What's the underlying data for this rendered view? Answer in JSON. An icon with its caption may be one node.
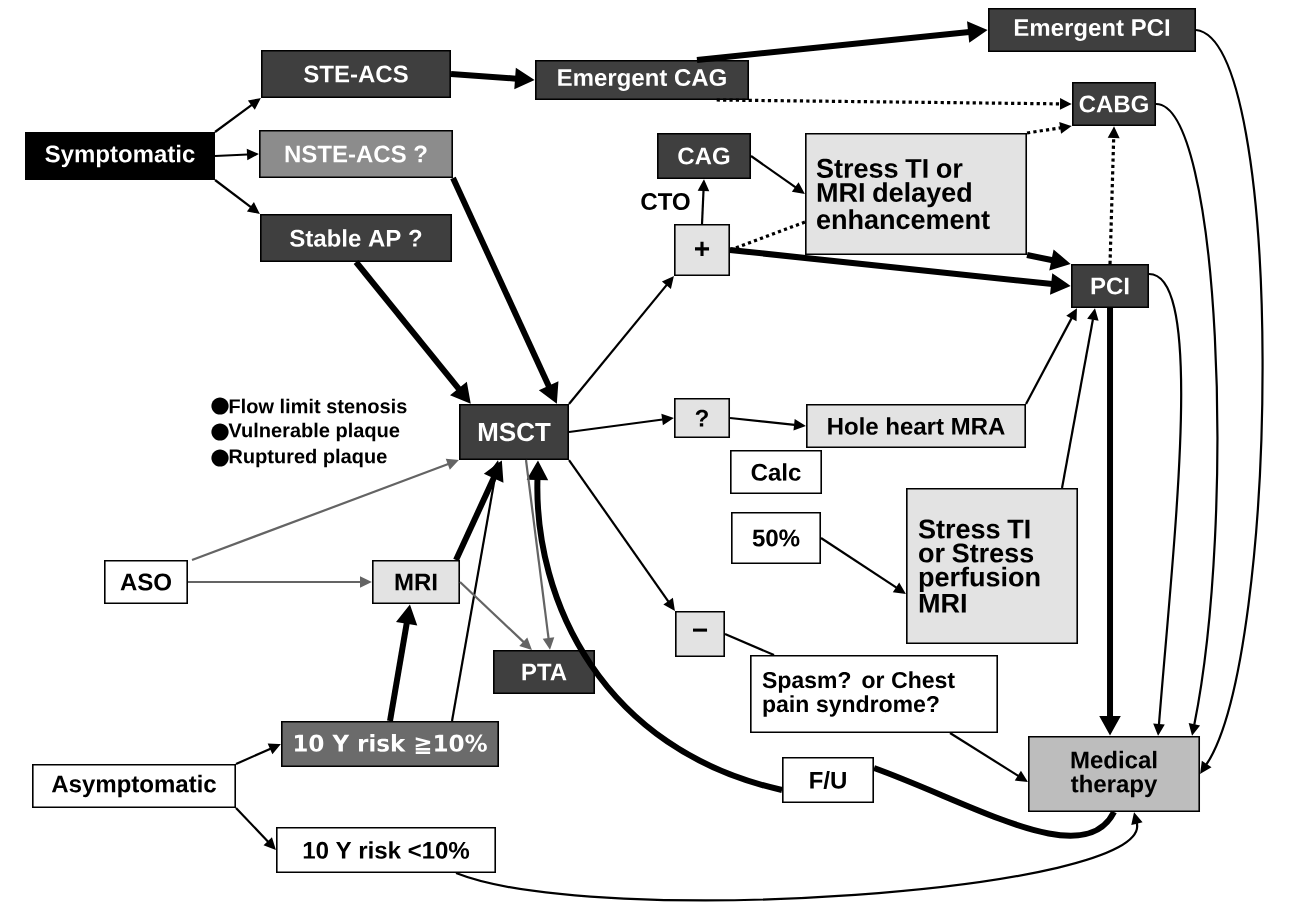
{
  "diagram": {
    "nodes": [
      {
        "text": [
          "Symptomatic"
        ]
      },
      {
        "text": [
          "STE-ACS"
        ]
      },
      {
        "text": [
          "NSTE-ACS ?"
        ]
      },
      {
        "text": [
          "Stable AP ?"
        ]
      },
      {
        "text": [
          "Emergent CAG"
        ]
      },
      {
        "text": [
          "Emergent PCI"
        ]
      },
      {
        "text": [
          "CABG"
        ]
      },
      {
        "text": [
          "CAG"
        ]
      },
      {
        "text": [
          "Stress TI or MRI delayed enhancement"
        ]
      },
      {
        "text": [
          "+"
        ]
      },
      {
        "text": [
          "PCI"
        ]
      },
      {
        "text": [
          "MSCT"
        ]
      },
      {
        "text": [
          "?"
        ]
      },
      {
        "text": [
          "Hole heart MRA"
        ]
      },
      {
        "text": [
          "Calc"
        ]
      },
      {
        "text": [
          "50%"
        ]
      },
      {
        "text": [
          "Stress TI or Stress perfusion MRI"
        ]
      },
      {
        "text": [
          "−"
        ]
      },
      {
        "text": [
          "Spasm? or Chest pain syndrome?"
        ]
      },
      {
        "text": [
          "Medical therapy"
        ]
      },
      {
        "text": [
          "F/U"
        ]
      },
      {
        "text": [
          "ASO"
        ]
      },
      {
        "text": [
          "MRI"
        ]
      },
      {
        "text": [
          "PTA"
        ]
      },
      {
        "text": [
          "10 Y risk ≧10%"
        ]
      },
      {
        "text": [
          "Asymptomatic"
        ]
      },
      {
        "text": [
          "10 Y risk <10%"
        ]
      }
    ],
    "edges": [
      {
        "from": 0,
        "to": 1,
        "arrow": "to"
      },
      {
        "from": 0,
        "to": 2,
        "arrow": "to"
      },
      {
        "from": 0,
        "to": 3,
        "arrow": "to"
      },
      {
        "from": 1,
        "to": 4,
        "arrow": "to",
        "style": "thick"
      },
      {
        "from": 4,
        "to": 5,
        "arrow": "to",
        "style": "thick"
      },
      {
        "from": 4,
        "to": 6,
        "arrow": "to",
        "style": "dashed"
      },
      {
        "from": 2,
        "to": 11,
        "arrow": "to",
        "style": "thick"
      },
      {
        "from": 3,
        "to": 11,
        "arrow": "to",
        "style": "thick"
      },
      {
        "from": 11,
        "to": 9,
        "arrow": "to"
      },
      {
        "from": 9,
        "to": 7,
        "arrow": "to",
        "label": "CTO"
      },
      {
        "from": 7,
        "to": 8,
        "arrow": "to"
      },
      {
        "from": 9,
        "to": 8,
        "arrow": "none",
        "style": "dashed"
      },
      {
        "from": 8,
        "to": 6,
        "arrow": "to",
        "style": "dashed"
      },
      {
        "from": 9,
        "to": 10,
        "arrow": "to",
        "style": "thick"
      },
      {
        "from": 8,
        "to": 10,
        "arrow": "to",
        "style": "thick"
      },
      {
        "from": 10,
        "to": 6,
        "arrow": "to",
        "style": "dashed"
      },
      {
        "from": 11,
        "to": 12,
        "arrow": "to"
      },
      {
        "from": 12,
        "to": 13,
        "arrow": "to"
      },
      {
        "from": 13,
        "to": 10,
        "arrow": "to"
      },
      {
        "from": 16,
        "to": 10,
        "arrow": "to"
      },
      {
        "from": 15,
        "to": 16,
        "arrow": "to"
      },
      {
        "from": 11,
        "to": 17,
        "arrow": "to"
      },
      {
        "from": 17,
        "to": 18,
        "arrow": "none"
      },
      {
        "from": 18,
        "to": 19,
        "arrow": "to"
      },
      {
        "from": 10,
        "to": 19,
        "arrow": "to",
        "style": "thick"
      },
      {
        "from": 10,
        "to": 19,
        "arrow": "to"
      },
      {
        "from": 6,
        "to": 19,
        "arrow": "to"
      },
      {
        "from": 5,
        "to": 19,
        "arrow": "to"
      },
      {
        "from": 19,
        "to": 20,
        "arrow": "none",
        "style": "thick"
      },
      {
        "from": 20,
        "to": 11,
        "arrow": "to",
        "style": "thick"
      },
      {
        "from": 26,
        "to": 19,
        "arrow": "to"
      },
      {
        "from": 25,
        "to": 24,
        "arrow": "to"
      },
      {
        "from": 25,
        "to": 26,
        "arrow": "to"
      },
      {
        "from": 24,
        "to": 22,
        "arrow": "to",
        "style": "thick"
      },
      {
        "from": 24,
        "to": 11,
        "arrow": "to"
      },
      {
        "from": 22,
        "to": 11,
        "arrow": "to",
        "style": "thick"
      },
      {
        "from": 21,
        "to": 22,
        "arrow": "to",
        "color": "#646464"
      },
      {
        "from": 21,
        "to": 11,
        "arrow": "to",
        "color": "#646464"
      },
      {
        "from": 22,
        "to": 23,
        "arrow": "to",
        "color": "#646464"
      },
      {
        "from": 11,
        "to": 23,
        "arrow": "to",
        "color": "#646464"
      }
    ],
    "labels": [
      "Flow limit stenosis",
      "Vulnerable plaque",
      "Ruptured plaque"
    ]
  }
}
